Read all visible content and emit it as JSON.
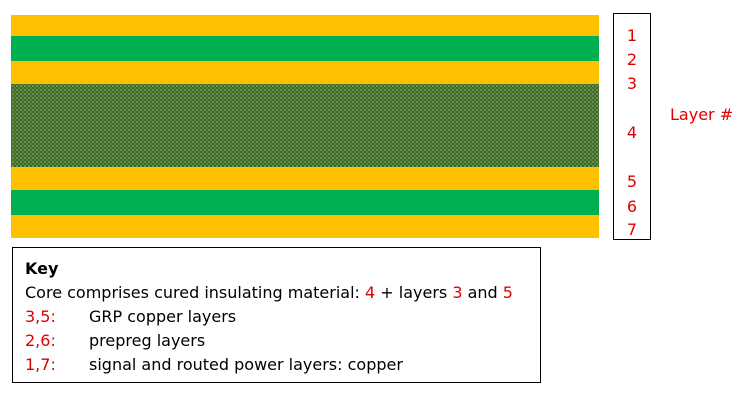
{
  "colors": {
    "copper": "#FFC000",
    "prepreg": "#00B050",
    "core": "#3D6B22",
    "annotation": "#E00000"
  },
  "layers": [
    {
      "number": "1",
      "material": "copper"
    },
    {
      "number": "2",
      "material": "prepreg"
    },
    {
      "number": "3",
      "material": "copper"
    },
    {
      "number": "4",
      "material": "core"
    },
    {
      "number": "5",
      "material": "copper"
    },
    {
      "number": "6",
      "material": "prepreg"
    },
    {
      "number": "7",
      "material": "copper"
    }
  ],
  "side_label": "Layer #",
  "key": {
    "title": "Key",
    "core_text": "Core comprises cured insulating material: ",
    "core_num_a": "4",
    "core_mid": " + layers ",
    "core_num_b": "3",
    "core_and": " and ",
    "core_num_c": "5",
    "entries": [
      {
        "code": "3,5:",
        "text": "GRP copper layers"
      },
      {
        "code": "2,6:",
        "text": "prepreg layers"
      },
      {
        "code": "1,7:",
        "text": "signal and routed power layers: copper"
      }
    ]
  }
}
